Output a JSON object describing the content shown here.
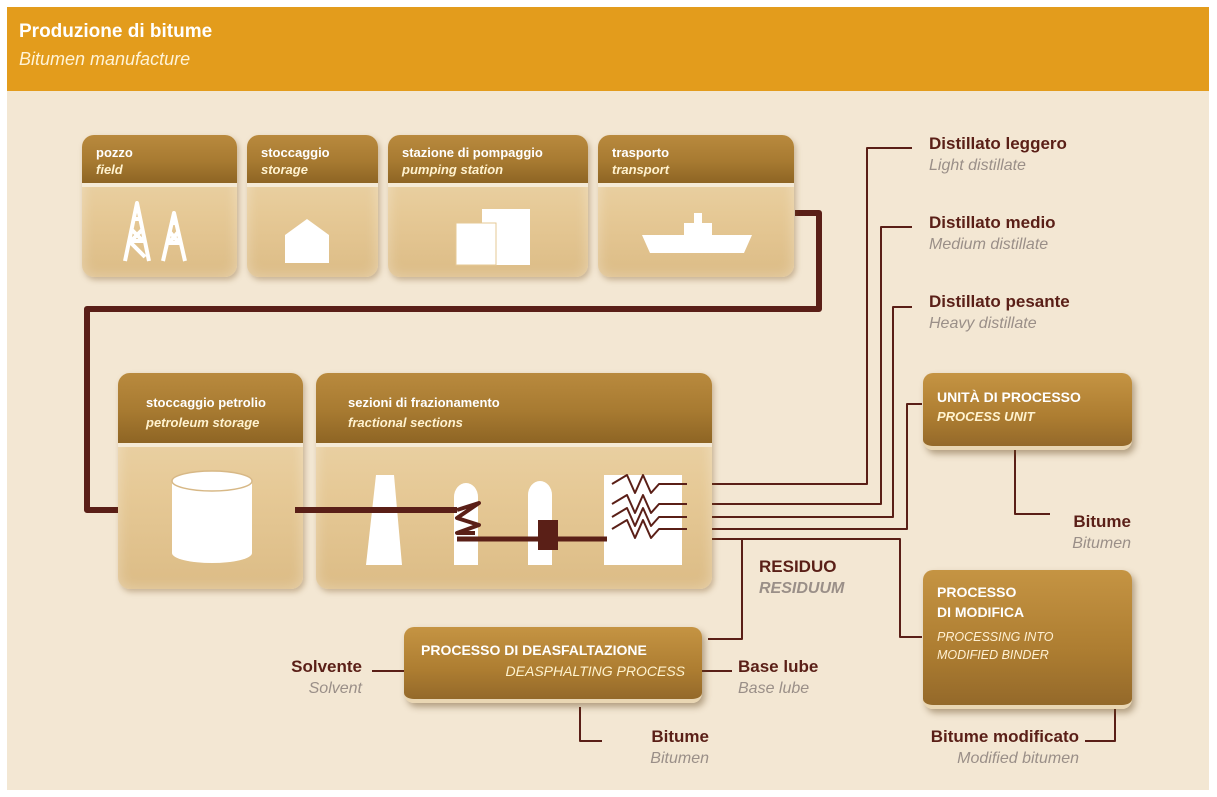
{
  "header": {
    "title": "Produzione di bitume",
    "subtitle": "Bitumen manufacture"
  },
  "top_boxes": [
    {
      "it": "pozzo",
      "en": "field",
      "icon": "oil-derrick-icon"
    },
    {
      "it": "stoccaggio",
      "en": "storage",
      "icon": "storage-house-icon"
    },
    {
      "it": "stazione di pompaggio",
      "en": "pumping station",
      "icon": "pumping-station-icon"
    },
    {
      "it": "trasporto",
      "en": "transport",
      "icon": "ship-icon"
    }
  ],
  "storage_box": {
    "it": "stoccaggio petrolio",
    "en": "petroleum storage",
    "icon": "tank-icon"
  },
  "fraction_box": {
    "it": "sezioni di frazionamento",
    "en": "fractional sections",
    "icon": "distillation-column-icon"
  },
  "process_unit": {
    "it": "UNITÀ DI PROCESSO",
    "en": "PROCESS UNIT"
  },
  "modify_box": {
    "it_line1": "PROCESSO",
    "it_line2": "DI MODIFICA",
    "en_line1": "PROCESSING INTO",
    "en_line2": "MODIFIED BINDER"
  },
  "deasphalting_box": {
    "it": "PROCESSO DI DEASFALTAZIONE",
    "en": "DEASPHALTING PROCESS"
  },
  "labels": {
    "light": {
      "it": "Distillato leggero",
      "en": "Light distillate"
    },
    "medium": {
      "it": "Distillato medio",
      "en": "Medium distillate"
    },
    "heavy": {
      "it": "Distillato pesante",
      "en": "Heavy distillate"
    },
    "bitume_right": {
      "it": "Bitume",
      "en": "Bitumen"
    },
    "residuo": {
      "it": "RESIDUO",
      "en": "RESIDUUM"
    },
    "solvent": {
      "it": "Solvente",
      "en": "Solvent"
    },
    "base_lube": {
      "it": "Base lube",
      "en": "Base lube"
    },
    "bitume_bottom": {
      "it": "Bitume",
      "en": "Bitumen"
    },
    "modified": {
      "it": "Bitume modificato",
      "en": "Modified bitumen"
    }
  },
  "colors": {
    "header": "#e39c1c",
    "background": "#f3e7d3",
    "pipe": "#5a1f17",
    "label_dark": "#5a1f17",
    "label_grey": "#9a8f88"
  }
}
